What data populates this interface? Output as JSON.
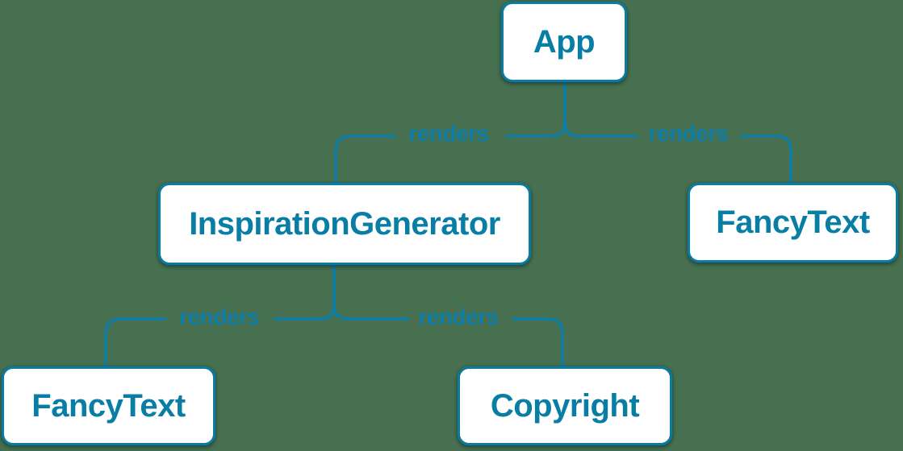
{
  "diagram": {
    "type": "component-render-tree",
    "colors": {
      "background": "#46704F",
      "node_fill": "#ffffff",
      "node_border": "#0a7ca4",
      "node_text": "#087ea4",
      "edge": "#0e7da8"
    },
    "nodes": [
      {
        "id": "app",
        "label": "App"
      },
      {
        "id": "inspiration-generator",
        "label": "InspirationGenerator"
      },
      {
        "id": "fancy-text-top",
        "label": "FancyText"
      },
      {
        "id": "fancy-text-bottom",
        "label": "FancyText"
      },
      {
        "id": "copyright",
        "label": "Copyright"
      }
    ],
    "edges": [
      {
        "from": "App",
        "to": "InspirationGenerator",
        "label": "renders"
      },
      {
        "from": "App",
        "to": "FancyText",
        "label": "renders"
      },
      {
        "from": "InspirationGenerator",
        "to": "FancyText",
        "label": "renders"
      },
      {
        "from": "InspirationGenerator",
        "to": "Copyright",
        "label": "renders"
      }
    ]
  }
}
